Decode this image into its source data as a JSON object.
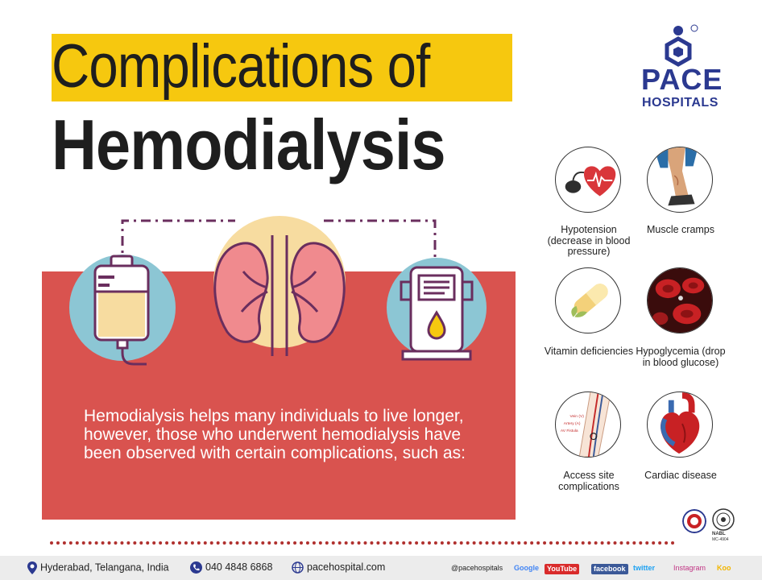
{
  "header": {
    "title_line1": "Complications of",
    "title_line2": "Hemodialysis"
  },
  "brand": {
    "name": "PACE",
    "subtitle": "HOSPITALS",
    "registered_mark": "®",
    "color": "#2b3990"
  },
  "description": "Hemodialysis helps many individuals to live longer, however, those who underwent hemodialysis have been observed with certain complications, such as:",
  "complications": [
    {
      "label": "Hypotension (decrease in blood pressure)",
      "icon": "blood-pressure-heart-icon"
    },
    {
      "label": "Muscle cramps",
      "icon": "leg-cramp-icon"
    },
    {
      "label": "Vitamin deficiencies",
      "icon": "vitamin-capsule-icon"
    },
    {
      "label": "Hypoglycemia (drop in blood glucose)",
      "icon": "blood-cells-icon"
    },
    {
      "label": "Access site complications",
      "icon": "av-fistula-arm-icon"
    },
    {
      "label": "Cardiac disease",
      "icon": "heart-anatomy-icon"
    }
  ],
  "fistula_labels": [
    "Vein (V)",
    "Artery (A)",
    "AV Fistula"
  ],
  "accreditation": {
    "label": "NABL",
    "code": "MC-4904"
  },
  "footer": {
    "location": "Hyderabad, Telangana, India",
    "phone": "040 4848 6868",
    "website": "pacehospital.com",
    "handle": "@pacehospitals",
    "socials": [
      "Google",
      "YouTube",
      "facebook",
      "twitter",
      "Instagram",
      "Koo"
    ]
  },
  "colors": {
    "title_highlight": "#f6c80f",
    "panel_red": "#d9534f",
    "kidney_pink": "#f08a8e",
    "circle_blue": "#8cc6d4",
    "circle_yellow": "#f7dca0"
  }
}
